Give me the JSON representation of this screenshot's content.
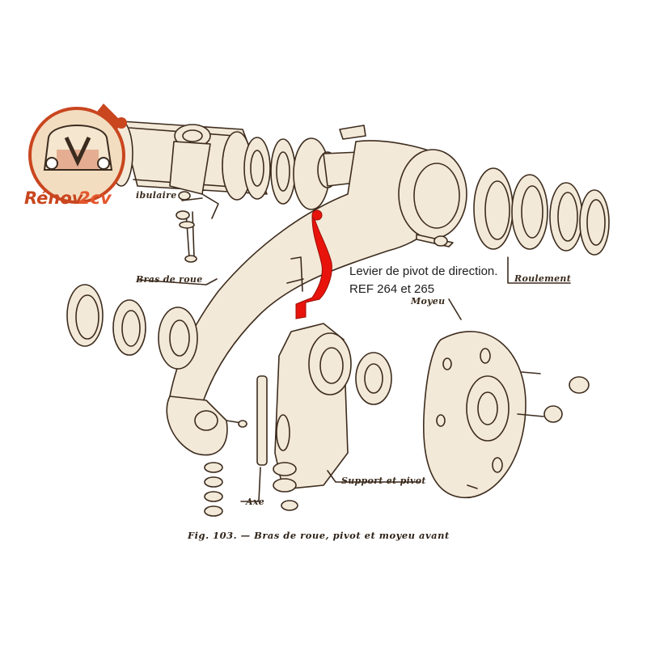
{
  "logo": {
    "text_renov": "Rénov",
    "text_2cv": "2cv",
    "color_brand": "#c9461f",
    "color_2cv": "#e4572e"
  },
  "labels": {
    "tubulaire": "ibulaire",
    "bras_de_roue": "Bras de roue",
    "roulement": "Roulement",
    "moyeu": "Moyeu",
    "support_et_pivot": "Support et pivot",
    "axe": "Axe"
  },
  "annotation": {
    "line1": "Levier de pivot de direction.",
    "line2": "REF 264 et 265",
    "highlight_color": "#e8140c"
  },
  "caption": "Fig. 103. — Bras de roue, pivot et moyeu avant",
  "colors": {
    "ink": "#3d2c1e",
    "paper": "#f3e9d8",
    "background": "#ffffff"
  }
}
